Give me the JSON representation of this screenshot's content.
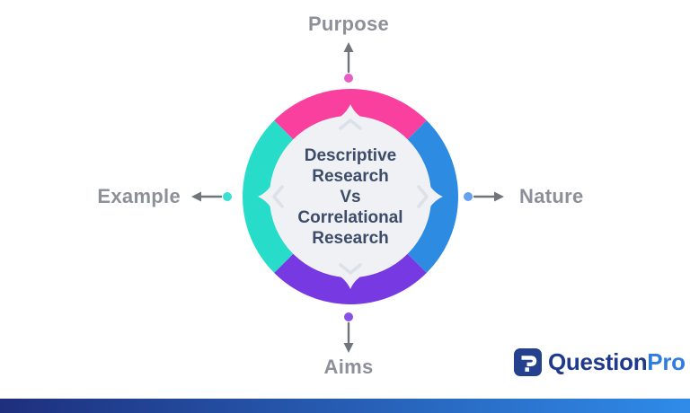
{
  "diagram": {
    "title_lines": [
      "Descriptive",
      "Research",
      "Vs",
      "Correlational",
      "Research"
    ],
    "labels": {
      "top": "Purpose",
      "right": "Nature",
      "bottom": "Aims",
      "left": "Example"
    },
    "colors": {
      "segment_purpose": "#F9409F",
      "segment_nature": "#2E8BE2",
      "segment_aims": "#7639E2",
      "segment_example": "#28DCCA",
      "dot_purpose": "#E65EC4",
      "dot_nature": "#66A2ED",
      "dot_aims": "#8950E6",
      "dot_example": "#3CDFD1",
      "inner_circle": "#EFF1F5",
      "arrow": "#70757C",
      "chevron": "#DCE0E8",
      "label_text": "#8B9099",
      "center_text": "#3D4C68"
    }
  },
  "logo": {
    "brand_question": "Question",
    "brand_pro": "Pro",
    "icon_color": "#24418E",
    "question_color": "#1F3A8C",
    "pro_color": "#2E7CE0"
  },
  "footer": {
    "bar_gradient_left": "#1E2F7D",
    "bar_gradient_right": "#2F8BE9"
  }
}
